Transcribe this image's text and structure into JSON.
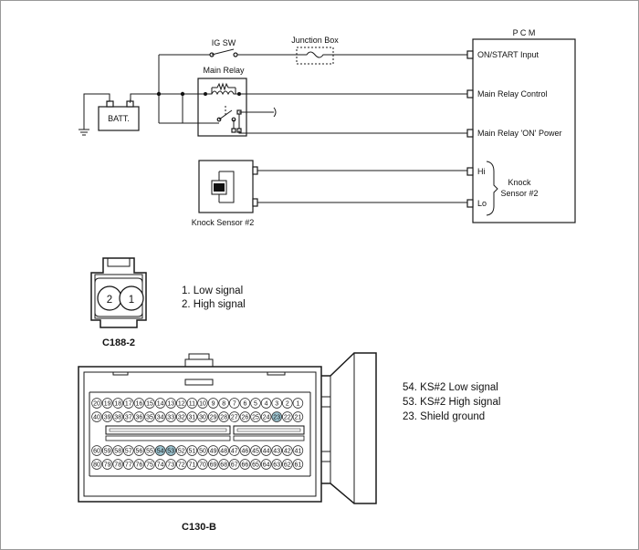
{
  "schematic": {
    "ig_sw": "IG SW",
    "junction_box": "Junction Box",
    "main_relay": "Main Relay",
    "batt": "BATT.",
    "pcm": "P C M",
    "pcm_pins": [
      "ON/START Input",
      "Main Relay Control",
      "Main Relay 'ON' Power",
      "Hi",
      "Lo"
    ],
    "knock_sensor_pcm_label_1": "Knock",
    "knock_sensor_pcm_label_2": "Sensor #2",
    "knock_sensor": "Knock Sensor #2"
  },
  "c188": {
    "name": "C188-2",
    "pins": [
      "2",
      "1"
    ],
    "legend": [
      "1. Low signal",
      "2. High signal"
    ]
  },
  "c130": {
    "name": "C130-B",
    "row1": [
      "20",
      "19",
      "18",
      "17",
      "16",
      "15",
      "14",
      "13",
      "12",
      "11",
      "10",
      "9",
      "8",
      "7",
      "6",
      "5",
      "4",
      "3",
      "2",
      "1"
    ],
    "row2": [
      "40",
      "39",
      "38",
      "37",
      "36",
      "35",
      "34",
      "33",
      "32",
      "31",
      "30",
      "29",
      "28",
      "27",
      "26",
      "25",
      "24",
      "23",
      "22",
      "21"
    ],
    "row3": [
      "60",
      "59",
      "58",
      "57",
      "56",
      "55",
      "54",
      "53",
      "52",
      "51",
      "50",
      "49",
      "48",
      "47",
      "46",
      "45",
      "44",
      "43",
      "42",
      "41"
    ],
    "row4": [
      "80",
      "79",
      "78",
      "77",
      "76",
      "75",
      "74",
      "73",
      "72",
      "71",
      "70",
      "69",
      "68",
      "67",
      "66",
      "65",
      "64",
      "63",
      "62",
      "61"
    ],
    "highlighted": [
      "23",
      "53",
      "54"
    ],
    "legend": [
      "54. KS#2 Low signal",
      "53. KS#2 High signal",
      "23. Shield ground"
    ],
    "highlight_color": "#9cc3cf"
  }
}
